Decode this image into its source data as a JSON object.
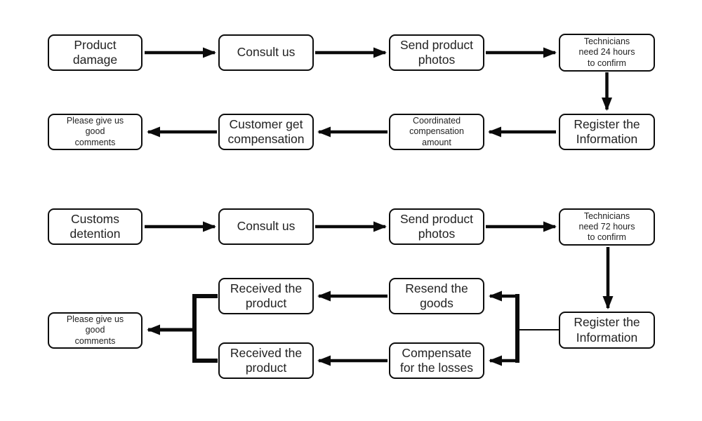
{
  "colors": {
    "background": "#ffffff",
    "line": "#0b0b0b",
    "box_border": "#0d0d0d",
    "text": "#222222"
  },
  "flow1": {
    "nodes": {
      "product_damage": "Product\ndamage",
      "consult_us": "Consult us",
      "send_photos": "Send product\nphotos",
      "technicians_24h": "Technicians\nneed 24 hours\nto confirm",
      "register_information": "Register the\nInformation",
      "coordinated_amount": "Coordinated\ncompensation\namount",
      "customer_compensation": "Customer get\ncompensation",
      "good_comments": "Please give us\ngood\ncomments"
    }
  },
  "flow2": {
    "nodes": {
      "customs_detention": "Customs\ndetention",
      "consult_us": "Consult us",
      "send_photos": "Send product\nphotos",
      "technicians_72h": "Technicians\nneed 72 hours\nto confirm",
      "register_information": "Register the\nInformation",
      "resend_goods": "Resend the\ngoods",
      "received_product_top": "Received the\nproduct",
      "compensate_losses": "Compensate\nfor the losses",
      "received_product_bottom": "Received the\nproduct",
      "good_comments": "Please give us\ngood\ncomments"
    }
  }
}
